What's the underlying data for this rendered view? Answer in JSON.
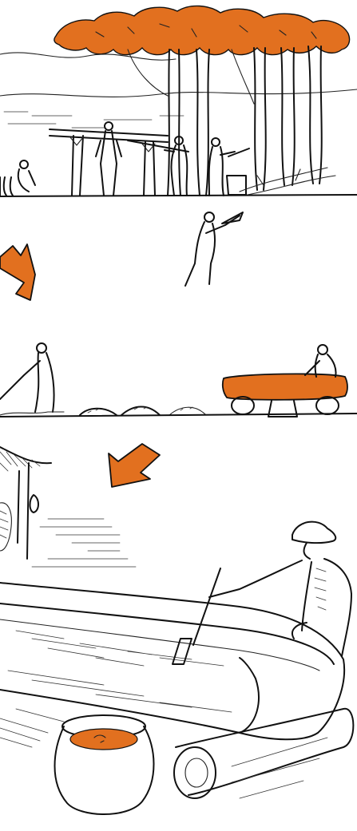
{
  "illustration": {
    "accent_color": "#e2701f",
    "ink_color": "#111111",
    "background_color": "#ffffff",
    "panels": [
      {
        "name": "forest-felling-scene"
      },
      {
        "name": "bark-processing-scene"
      },
      {
        "name": "trough-mixing-scene"
      }
    ],
    "arrows": [
      {
        "name": "process-arrow-1",
        "icon": "arrow-down-right-icon"
      },
      {
        "name": "process-arrow-2",
        "icon": "arrow-down-left-icon"
      }
    ]
  }
}
